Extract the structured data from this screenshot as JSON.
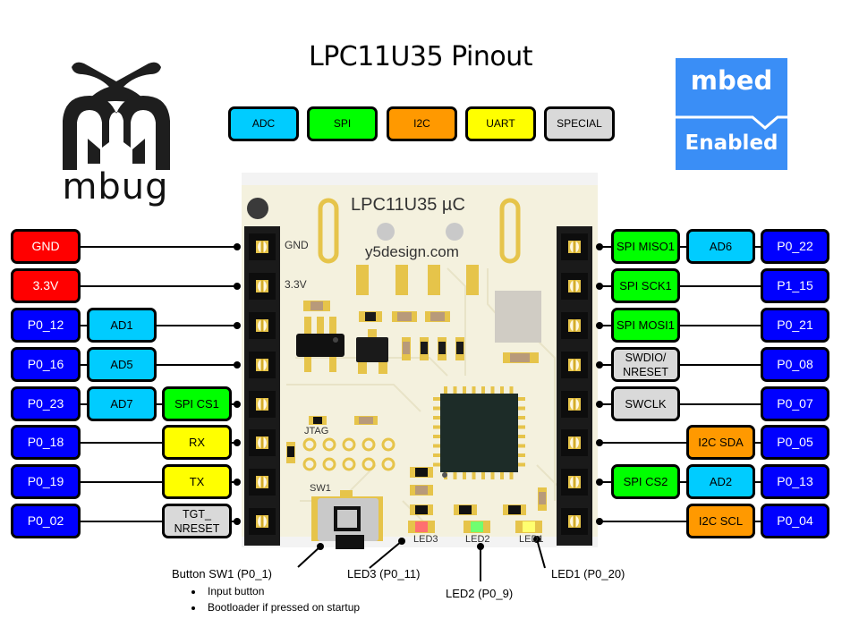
{
  "title": "LPC11U35 Pinout",
  "legend": [
    {
      "label": "ADC",
      "color": "#00ccff"
    },
    {
      "label": "SPI",
      "color": "#00ff00"
    },
    {
      "label": "I2C",
      "color": "#ff9900"
    },
    {
      "label": "UART",
      "color": "#ffff00"
    },
    {
      "label": "SPECIAL",
      "color": "#d9d9d9"
    }
  ],
  "colors": {
    "power": "#ff0000",
    "port": "#0000ff",
    "adc": "#00ccff",
    "spi": "#00ff00",
    "i2c": "#ff9900",
    "uart": "#ffff00",
    "special": "#d9d9d9",
    "mbed_blue": "#3a8ef6",
    "pcb": "#f4f1de",
    "header": "#1a1a1a",
    "gold": "#e6c44a"
  },
  "logos": {
    "mbug": {
      "text": "mbug"
    },
    "mbed": {
      "top": "mbed",
      "bottom": "Enabled"
    }
  },
  "board": {
    "name": "LPC11U35 µC",
    "website": "y5design.com",
    "silkscreen_gnd": "GND",
    "silkscreen_3v3": "3.3V",
    "jtag_label": "JTAG",
    "sw1_label": "SW1",
    "led_labels": [
      "LED3",
      "LED2",
      "LED1"
    ],
    "led_colors": [
      "#ff7070",
      "#70ff70",
      "#ffff70"
    ]
  },
  "left_pins": [
    {
      "port": "GND",
      "port_type": "power",
      "functions": []
    },
    {
      "port": "3.3V",
      "port_type": "power",
      "functions": []
    },
    {
      "port": "P0_12",
      "port_type": "port",
      "functions": [
        {
          "label": "AD1",
          "type": "adc",
          "col": 1
        }
      ]
    },
    {
      "port": "P0_16",
      "port_type": "port",
      "functions": [
        {
          "label": "AD5",
          "type": "adc",
          "col": 1
        }
      ]
    },
    {
      "port": "P0_23",
      "port_type": "port",
      "functions": [
        {
          "label": "AD7",
          "type": "adc",
          "col": 1
        },
        {
          "label": "SPI CS1",
          "type": "spi",
          "col": 2
        }
      ]
    },
    {
      "port": "P0_18",
      "port_type": "port",
      "functions": [
        {
          "label": "RX",
          "type": "uart",
          "col": 2
        }
      ]
    },
    {
      "port": "P0_19",
      "port_type": "port",
      "functions": [
        {
          "label": "TX",
          "type": "uart",
          "col": 2
        }
      ]
    },
    {
      "port": "P0_02",
      "port_type": "port",
      "functions": [
        {
          "label": "TGT_\nNRESET",
          "type": "special",
          "col": 2
        }
      ]
    }
  ],
  "right_pins": [
    {
      "port": "P0_22",
      "functions": [
        {
          "label": "SPI MISO1",
          "type": "spi",
          "col": 0
        },
        {
          "label": "AD6",
          "type": "adc",
          "col": 1
        }
      ]
    },
    {
      "port": "P1_15",
      "functions": [
        {
          "label": "SPI SCK1",
          "type": "spi",
          "col": 0
        }
      ]
    },
    {
      "port": "P0_21",
      "functions": [
        {
          "label": "SPI MOSI1",
          "type": "spi",
          "col": 0
        }
      ]
    },
    {
      "port": "P0_08",
      "functions": [
        {
          "label": "SWDIO/\nNRESET",
          "type": "special",
          "col": 0
        }
      ]
    },
    {
      "port": "P0_07",
      "functions": [
        {
          "label": "SWCLK",
          "type": "special",
          "col": 0
        }
      ]
    },
    {
      "port": "P0_05",
      "functions": [
        {
          "label": "I2C SDA",
          "type": "i2c",
          "col": 1
        }
      ]
    },
    {
      "port": "P0_13",
      "functions": [
        {
          "label": "SPI CS2",
          "type": "spi",
          "col": 0
        },
        {
          "label": "AD2",
          "type": "adc",
          "col": 1
        }
      ]
    },
    {
      "port": "P0_04",
      "functions": [
        {
          "label": "I2C SCL",
          "type": "i2c",
          "col": 1
        }
      ]
    }
  ],
  "annotations": {
    "button": {
      "title": "Button SW1 (P0_1)",
      "bullets": [
        "Input button",
        "Bootloader if pressed on startup"
      ]
    },
    "led3": "LED3 (P0_11)",
    "led2": "LED2 (P0_9)",
    "led1": "LED1 (P0_20)"
  }
}
